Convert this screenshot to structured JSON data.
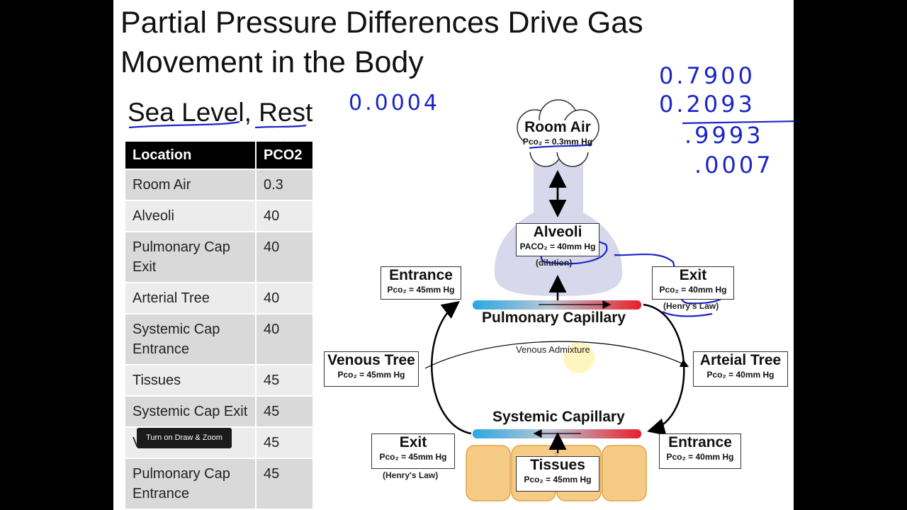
{
  "slide": {
    "title": "Partial Pressure Differences Drive Gas Movement in the Body",
    "subtitle_a": "Sea Level",
    "subtitle_sep": ", ",
    "subtitle_b": "Rest"
  },
  "table": {
    "headers": [
      "Location",
      "PCO2"
    ],
    "rows": [
      {
        "location": "Room Air",
        "value": "0.3"
      },
      {
        "location": "Alveoli",
        "value": "40"
      },
      {
        "location": "Pulmonary Cap Exit",
        "value": "40"
      },
      {
        "location": "Arterial Tree",
        "value": "40"
      },
      {
        "location": "Systemic Cap Entrance",
        "value": "40"
      },
      {
        "location": "Tissues",
        "value": "45"
      },
      {
        "location": "Systemic Cap Exit",
        "value": "45"
      },
      {
        "location": "V",
        "value": "45"
      },
      {
        "location": "Pulmonary Cap Entrance",
        "value": "45"
      }
    ]
  },
  "tooltip": "Turn on Draw & Zoom",
  "diagram": {
    "room_air": {
      "title": "Room Air",
      "value": "Pco₂ = 0.3mm Hg"
    },
    "alveoli": {
      "title": "Alveoli",
      "value": "PACO₂ = 40mm Hg",
      "note": "(dilution)"
    },
    "pulm_entrance": {
      "title": "Entrance",
      "value": "Pco₂ = 45mm Hg"
    },
    "pulm_exit": {
      "title": "Exit",
      "value": "Pco₂ = 40mm Hg",
      "note": "(Henry's Law)"
    },
    "pulmonary_capillary": "Pulmonary Capillary",
    "venous_tree": {
      "title": "Venous Tree",
      "value": "Pco₂ = 45mm Hg"
    },
    "arterial_tree": {
      "title": "Arteial Tree",
      "value": "Pco₂ = 40mm Hg"
    },
    "venous_admixture": "Venous Admixture",
    "systemic_capillary": "Systemic Capillary",
    "sys_exit": {
      "title": "Exit",
      "value": "Pco₂ = 45mm Hg",
      "note": "(Henry's Law)"
    },
    "sys_entrance": {
      "title": "Entrance",
      "value": "Pco₂ = 40mm Hg"
    },
    "tissues": {
      "title": "Tissues",
      "value": "Pco₂ = 45mm Hg"
    }
  },
  "handwriting": {
    "left": "0.0004",
    "right_1": "0.7900",
    "right_2": "0.2093",
    "right_3": ".9993",
    "right_4": ".0007"
  },
  "colors": {
    "ink": "#1a25c8",
    "capillary_blue": "#2aa8e0",
    "capillary_red": "#e8202a",
    "alveoli_fill": "#d8d8ec",
    "tissue_fill": "#f5cb86"
  }
}
